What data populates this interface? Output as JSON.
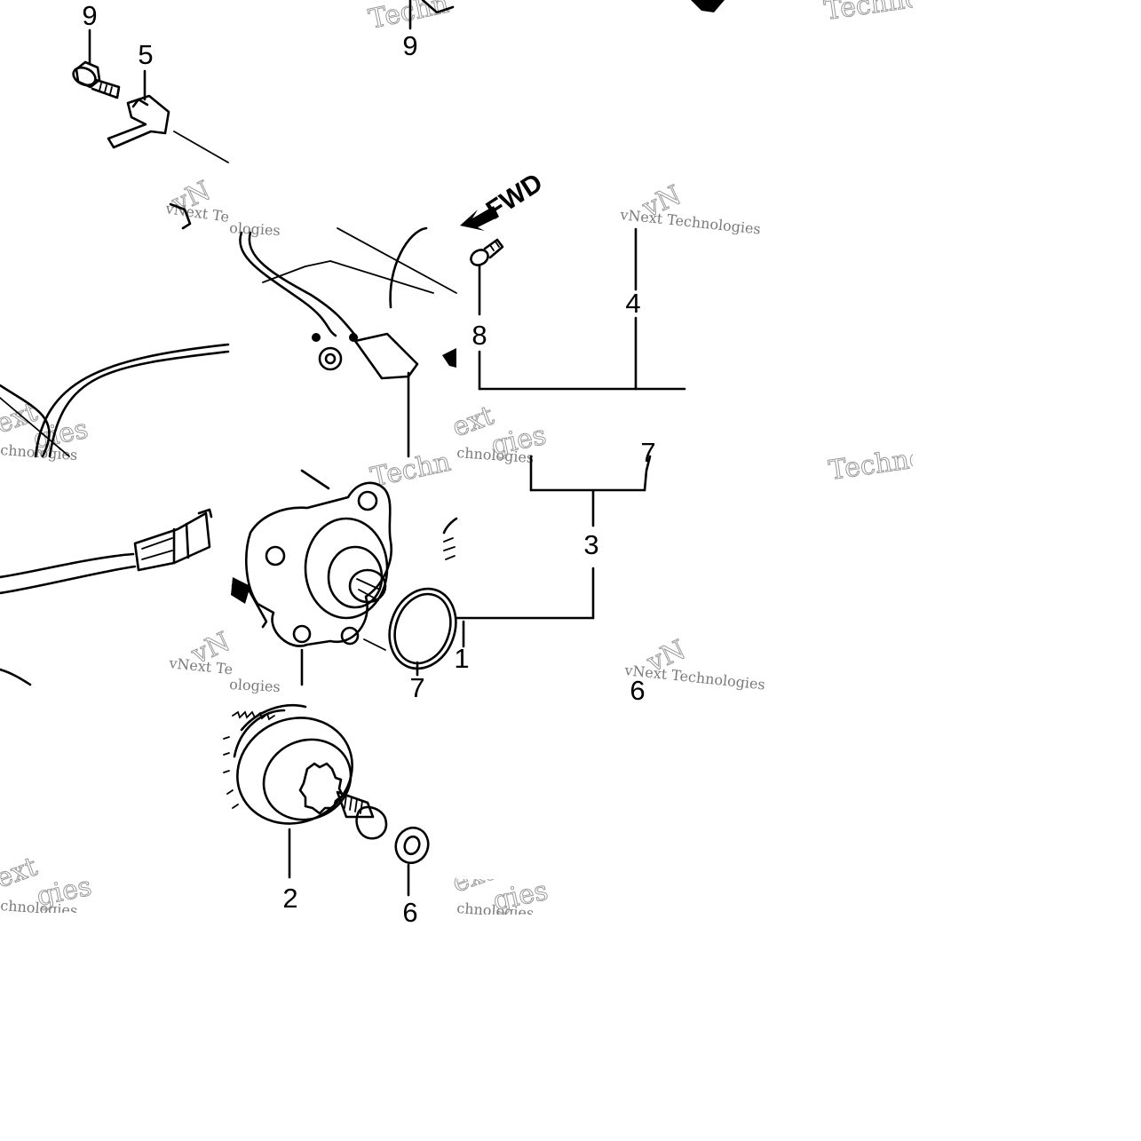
{
  "diagram": {
    "callouts": {
      "bolt_top_left": "9",
      "bolt_top_mid": "9",
      "bracket": "5",
      "bolt_upper": "8",
      "motor_assembly": "4",
      "starter_group": "3",
      "stub_7_top": "7",
      "seal_o_ring": "7",
      "shaft_end": "1",
      "clutch_gear": "2",
      "washer": "6",
      "right_6": "6"
    },
    "direction_label": "FWD",
    "watermark": {
      "brand_line": "vNext Technologies",
      "frag_next": "Next",
      "frag_xt": "ext",
      "frag_technologies": "chnologies",
      "frag_gies": "gies",
      "frag_logies": "ologies",
      "frag_techno": "Techno",
      "frag_techn": "Techn",
      "frag_v": "vN",
      "frag_te": "vNext Te"
    },
    "colors": {
      "ink": "#000000",
      "watermark": "#7a7a7a",
      "background": "#ffffff"
    }
  }
}
